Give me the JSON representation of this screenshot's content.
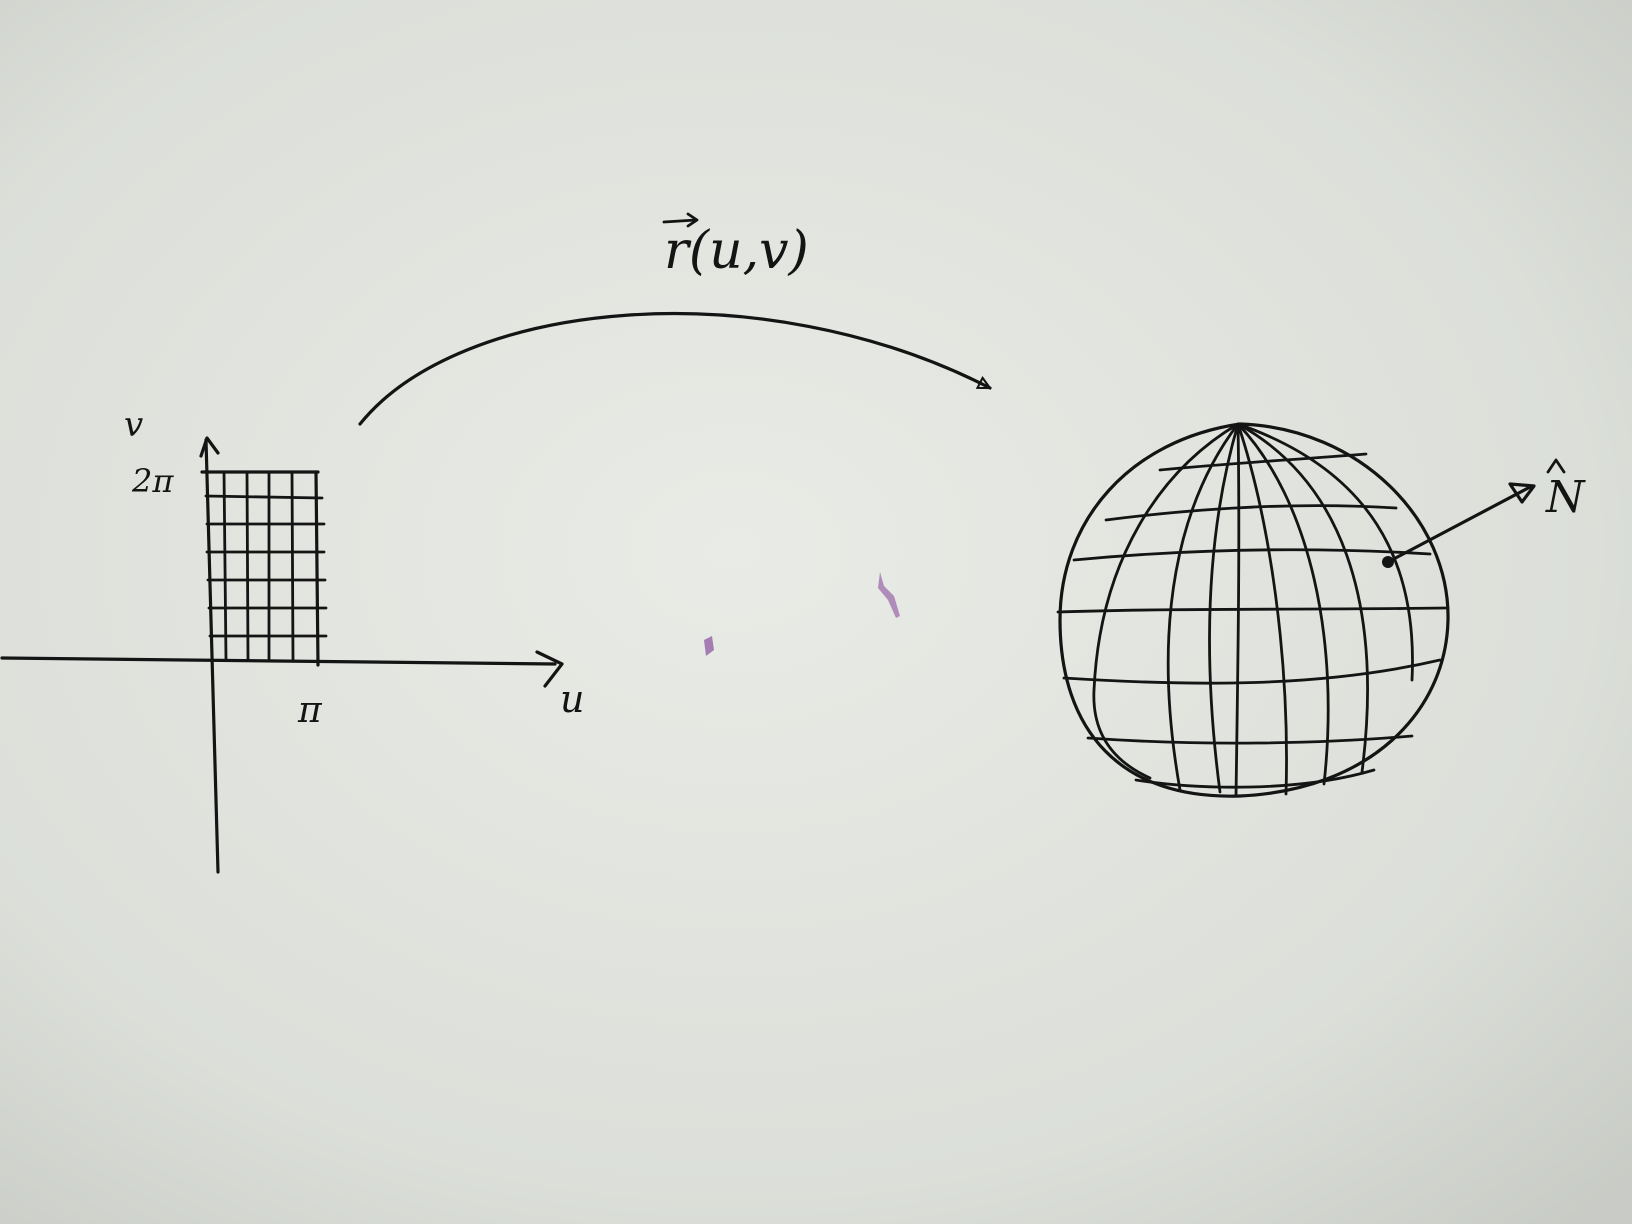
{
  "colors": {
    "paper_light": "#e6e8e3",
    "paper_shadow": "#cfd2cc",
    "ink": "#141414",
    "smudge": "#8a4f9c"
  },
  "domain_plot": {
    "v_axis_label": "v",
    "v_max_label": "2π",
    "u_axis_label": "u",
    "u_max_label": "π"
  },
  "mapping": {
    "label": "r(u,v)"
  },
  "sphere": {
    "normal_label": "N"
  }
}
